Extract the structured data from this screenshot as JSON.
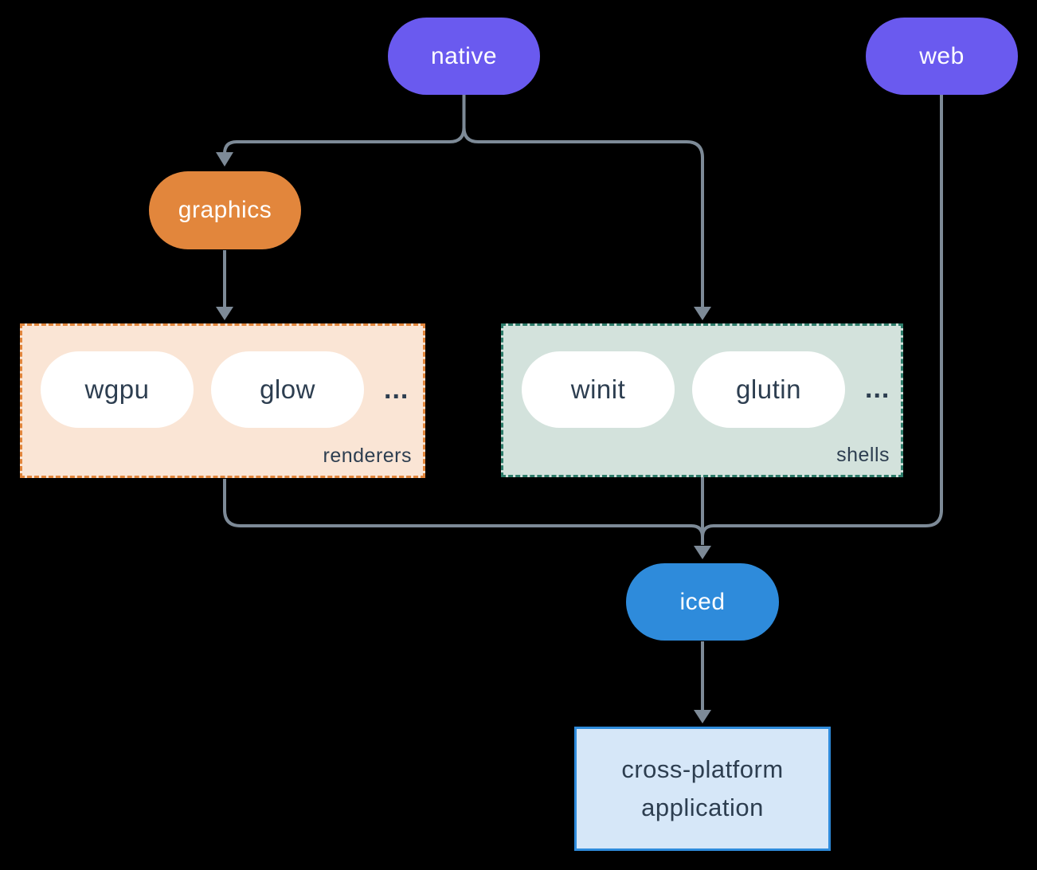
{
  "diagram": {
    "background": "#000000",
    "nodes": {
      "native": {
        "label": "native"
      },
      "web": {
        "label": "web"
      },
      "graphics": {
        "label": "graphics"
      },
      "iced": {
        "label": "iced"
      },
      "application": {
        "line1": "cross-platform",
        "line2": "application"
      }
    },
    "groups": {
      "renderers": {
        "label": "renderers",
        "items": [
          "wgpu",
          "glow"
        ],
        "ellipsis": "..."
      },
      "shells": {
        "label": "shells",
        "items": [
          "winit",
          "glutin"
        ],
        "ellipsis": "..."
      }
    },
    "colors": {
      "background": "#000000",
      "platform_fill": "#6A5AEF",
      "graphics_fill": "#E2863C",
      "iced_fill": "#2E8BDB",
      "renderers_box_fill": "#FAE5D5",
      "renderers_box_border": "#E2863C",
      "shells_box_fill": "#D3E2DC",
      "shells_box_border": "#2E7D6B",
      "app_box_fill": "#D6E7F8",
      "app_box_border": "#2E8BDB",
      "connector": "#7D8A97",
      "text_dark": "#2D3E50",
      "text_light": "#FFFFFF"
    }
  }
}
